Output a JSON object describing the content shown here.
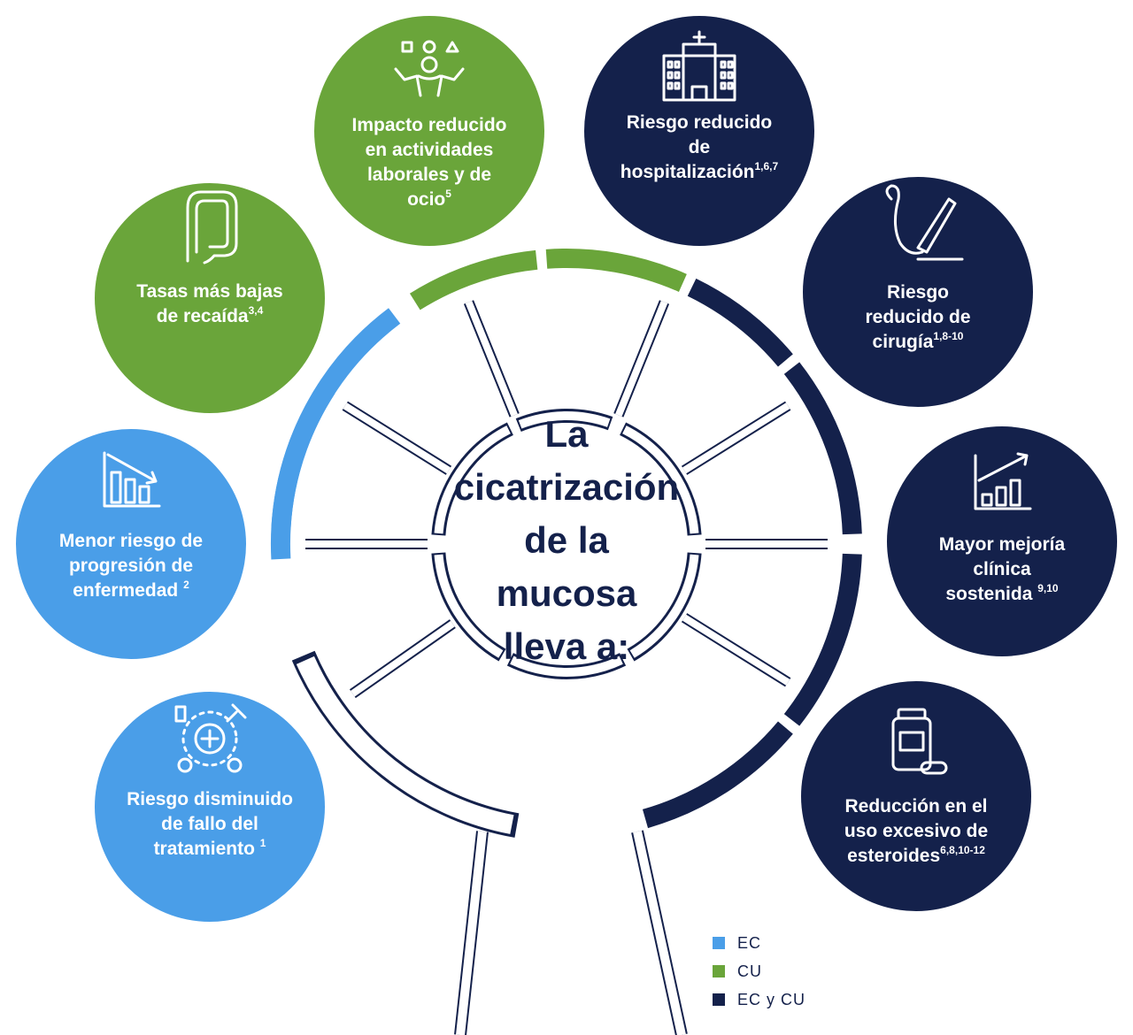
{
  "center": {
    "lines": [
      "La",
      "cicatrización",
      "de la",
      "mucosa",
      "lleva a:"
    ]
  },
  "colors": {
    "ec": "#4a9ee8",
    "cu": "#6aa53a",
    "both": "#14214b",
    "ring": "#14214b"
  },
  "bubbles": [
    {
      "key": "impacto",
      "group": "cu",
      "icon": "person-juggling-icon",
      "lines": [
        {
          "t": "Impacto reducido"
        },
        {
          "t": "en actividades"
        },
        {
          "t": "laborales y de"
        },
        {
          "t": "ocio",
          "sup": "5"
        }
      ]
    },
    {
      "key": "hospitalizacion",
      "group": "both",
      "icon": "hospital-icon",
      "lines": [
        {
          "t": "Riesgo reducido"
        },
        {
          "t": "de"
        },
        {
          "t": "hospitalización",
          "sup": "1,6,7"
        }
      ]
    },
    {
      "key": "cirugia",
      "group": "both",
      "icon": "scalpel-icon",
      "lines": [
        {
          "t": "Riesgo"
        },
        {
          "t": "reducido de"
        },
        {
          "t": "cirugía",
          "sup": "1,8-10"
        }
      ]
    },
    {
      "key": "mejoria",
      "group": "both",
      "icon": "rising-chart-icon",
      "lines": [
        {
          "t": "Mayor mejoría"
        },
        {
          "t": "clínica"
        },
        {
          "t": "sostenida ",
          "sup": "9,10"
        }
      ]
    },
    {
      "key": "esteroides",
      "group": "both",
      "icon": "medicine-bottle-icon",
      "lines": [
        {
          "t": "Reducción en el"
        },
        {
          "t": "uso excesivo de"
        },
        {
          "t": "esteroides",
          "sup": "6,8,10-12"
        }
      ]
    },
    {
      "key": "fallo",
      "group": "ec",
      "icon": "treatment-icon",
      "lines": [
        {
          "t": "Riesgo disminuido"
        },
        {
          "t": "de fallo del"
        },
        {
          "t": "tratamiento ",
          "sup": "1"
        }
      ]
    },
    {
      "key": "progresion",
      "group": "ec",
      "icon": "falling-chart-icon",
      "lines": [
        {
          "t": "Menor riesgo de"
        },
        {
          "t": "progresión de"
        },
        {
          "t": "enfermedad ",
          "sup": "2"
        }
      ]
    },
    {
      "key": "recaida",
      "group": "cu",
      "icon": "intestine-icon",
      "lines": [
        {
          "t": "Tasas más bajas"
        },
        {
          "t": "de recaída",
          "sup": "3,4"
        }
      ]
    }
  ],
  "legend": [
    {
      "label": "EC",
      "color": "#4a9ee8"
    },
    {
      "label": "CU",
      "color": "#6aa53a"
    },
    {
      "label": "EC y CU",
      "color": "#14214b"
    }
  ]
}
